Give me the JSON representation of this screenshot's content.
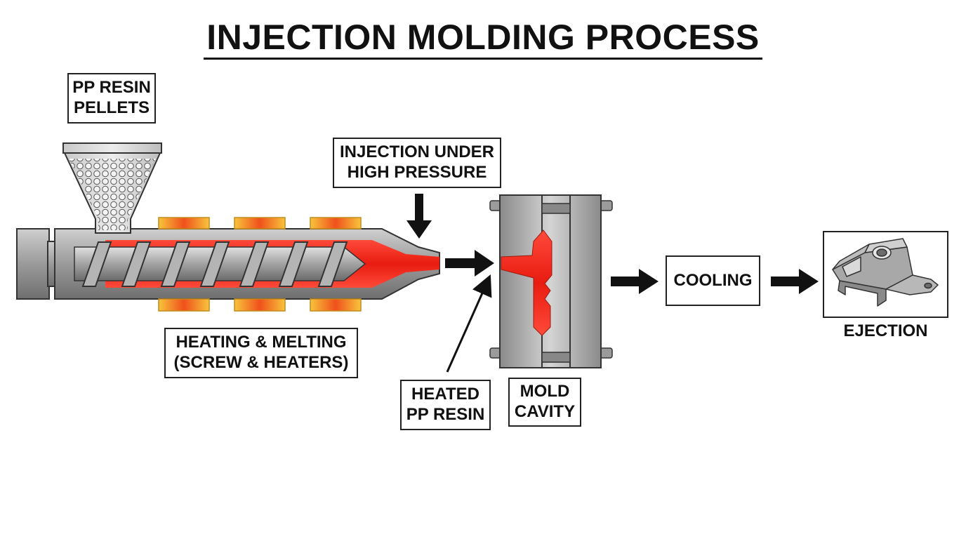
{
  "title": "INJECTION MOLDING PROCESS",
  "labels": {
    "pellets": "PP RESIN\nPELLETS",
    "injection": "INJECTION UNDER\nHIGH PRESSURE",
    "heating": "HEATING & MELTING\n(SCREW & HEATERS)",
    "heated_resin": "HEATED\nPP RESIN",
    "mold_cavity": "MOLD\nCAVITY",
    "cooling": "COOLING",
    "ejection": "EJECTION"
  },
  "colors": {
    "melt": "#f0261b",
    "metal": "#a9a9a9",
    "heater_core": "#f04b18",
    "heater_edge": "#f5b733",
    "outline": "#1a1a1a"
  }
}
